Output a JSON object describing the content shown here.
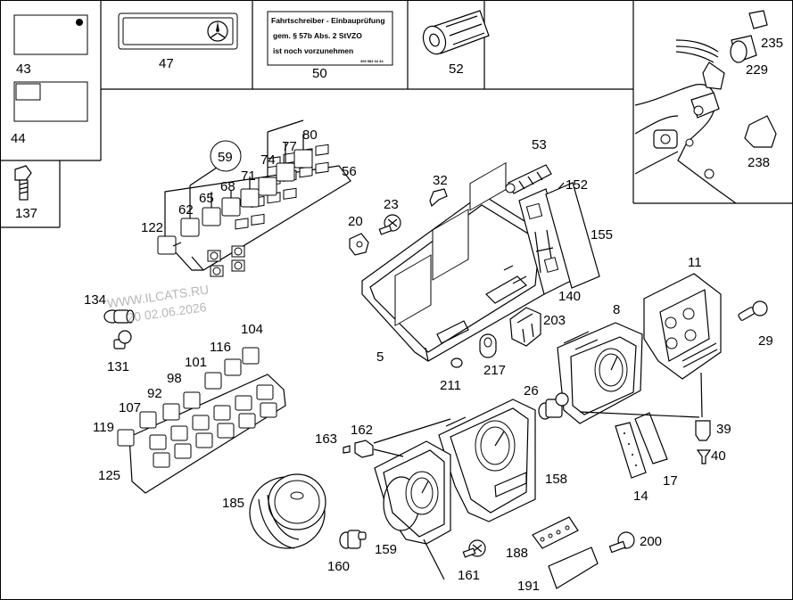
{
  "labels": {
    "p5": "5",
    "p8": "8",
    "p11": "11",
    "p14": "14",
    "p17": "17",
    "p20": "20",
    "p23": "23",
    "p26": "26",
    "p29": "29",
    "p32": "32",
    "p39": "39",
    "p40": "40",
    "p43": "43",
    "p44": "44",
    "p47": "47",
    "p50": "50",
    "p52": "52",
    "p53": "53",
    "p56": "56",
    "p59": "59",
    "p62": "62",
    "p65": "65",
    "p68": "68",
    "p71": "71",
    "p74": "74",
    "p77": "77",
    "p80": "80",
    "p92": "92",
    "p98": "98",
    "p101": "101",
    "p104": "104",
    "p107": "107",
    "p116": "116",
    "p119": "119",
    "p122": "122",
    "p125": "125",
    "p131": "131",
    "p134": "134",
    "p137": "137",
    "p140": "140",
    "p152": "152",
    "p155": "155",
    "p158": "158",
    "p159": "159",
    "p160": "160",
    "p161": "161",
    "p162": "162",
    "p163": "163",
    "p185": "185",
    "p188": "188",
    "p191": "191",
    "p200": "200",
    "p203": "203",
    "p211": "211",
    "p217": "217",
    "p229": "229",
    "p235": "235",
    "p238": "238"
  },
  "sticker_50": {
    "line1": "Fahrtschreiber - Einbauprüfung",
    "line2": "gem. § 57b Abs.   2 StVZO",
    "line3": "ist noch vorzunehmen",
    "code": "393 584 04 34"
  },
  "watermark": {
    "site": "WWW.ILCATS.RU",
    "date": "20 02.06.2026"
  }
}
